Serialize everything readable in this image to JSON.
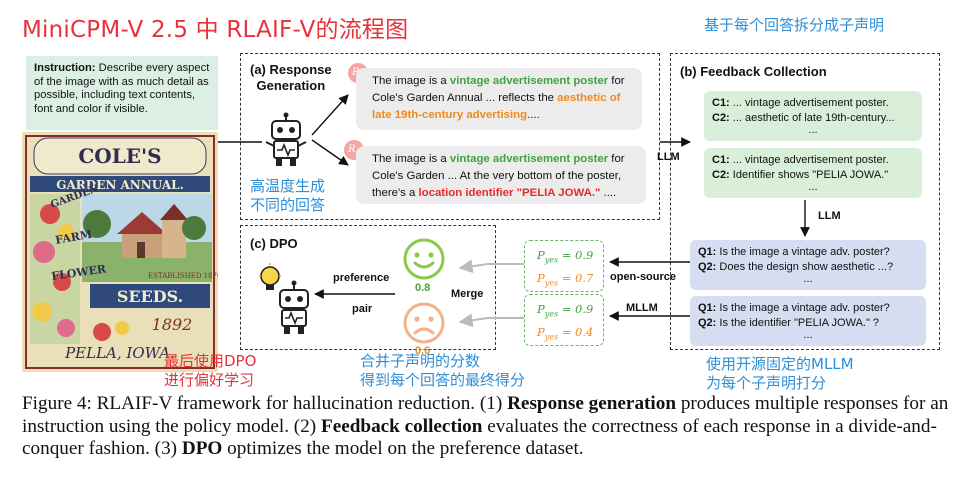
{
  "header": {
    "title": "MiniCPM-V 2.5 中 RLAIF-V的流程图",
    "note_top_right": "基于每个回答拆分成子声明"
  },
  "instruction": {
    "label": "Instruction:",
    "text": "Describe every aspect of the image with as much detail as possible, including text contents, font and color if visible."
  },
  "poster": {
    "line1": "COLE'S",
    "line2": "GARDEN ANNUAL.",
    "w1": "GARDEN",
    "w2": "FARM",
    "w3": "FLOWER",
    "w4": "SEEDS.",
    "year": "1892",
    "est": "ESTABLISHED 1870",
    "place": "PELLA, IOWA."
  },
  "generation": {
    "title_a": "(a)",
    "title_1": "Response",
    "title_2": "Generation",
    "note_cn": [
      "高温度生成",
      "不同的回答"
    ],
    "responses": [
      {
        "badge": "R0",
        "pre": "The image is a ",
        "hl1": "vintage advertisement poster",
        "mid": " for Cole's Garden Annual ... reflects the ",
        "hl2": "aesthetic of late 19th-century advertising",
        "post": "...."
      },
      {
        "badge": "R1",
        "pre": "The image is a ",
        "hl1": "vintage advertisement poster",
        "mid": " for Cole's Garden ... At the very bottom of the poster, there's a ",
        "hl2": "location identifier \"PELIA JOWA.\"",
        "post": " ...."
      }
    ],
    "arrow_label": "LLM"
  },
  "feedback": {
    "title": "(b) Feedback Collection",
    "claim_groups": [
      {
        "c1": "C1:",
        "c1_text": " ... vintage advertisement poster.",
        "c2": "C2:",
        "c2_text": " ... aesthetic of late 19th-century...",
        "ellipsis": "..."
      },
      {
        "c1": "C1:",
        "c1_text": " ... vintage advertisement poster.",
        "c2": "C2:",
        "c2_text": " Identifier shows \"PELIA JOWA.\"",
        "ellipsis": "..."
      }
    ],
    "llm_label": "LLM",
    "question_groups": [
      {
        "q1": "Q1:",
        "q1_text": " Is the image a vintage adv. poster?",
        "q2": "Q2:",
        "q2_text": " Does the design show aesthetic ...?",
        "ellipsis": "..."
      },
      {
        "q1": "Q1:",
        "q1_text": " Is the image a vintage adv. poster?",
        "q2": "Q2:",
        "q2_text": " Is the identifier \"PELIA JOWA.\" ?",
        "ellipsis": "..."
      }
    ],
    "mllm_label_1": "open-source",
    "mllm_label_2": "MLLM",
    "note_cn": [
      "使用开源固定的MLLM",
      "为每个子声明打分"
    ]
  },
  "scores": [
    {
      "row1_label": "P",
      "row1_sub": "yes",
      "row1_val": "= 0.9",
      "row2_label": "P",
      "row2_sub": "yes",
      "row2_val": "= 0.7"
    },
    {
      "row1_label": "P",
      "row1_sub": "yes",
      "row1_val": "= 0.9",
      "row2_label": "P",
      "row2_sub": "yes",
      "row2_val": "= 0.4"
    }
  ],
  "dpo": {
    "title": "(c) DPO",
    "happy_score": "0.8",
    "sad_score": "0.6",
    "merge_label": "Merge",
    "pref_label_1": "preference",
    "pref_label_2": "pair",
    "note_merge_cn": [
      "合并子声明的分数",
      "得到每个回答的最终得分"
    ],
    "note_dpo_cn": [
      "最后使用DPO",
      "进行偏好学习"
    ]
  },
  "caption": {
    "p1": "Figure 4: RLAIF-V framework for hallucination reduction. (1) ",
    "b1": "Response generation",
    "p2": " produces multiple responses for an instruction using the policy model. (2) ",
    "b2": "Feedback collection",
    "p3": " evaluates the correctness of each response in a divide-and-conquer fashion. (3) ",
    "b3": "DPO",
    "p4": " optimizes the model on the preference dataset."
  },
  "colors": {
    "accent_red": "#e8323a",
    "accent_blue": "#2e8fd6",
    "claim_green": "#d9efd9",
    "question_blue": "#d6ddf1",
    "happy": "#8cc84b",
    "sad": "#f5b08a"
  }
}
